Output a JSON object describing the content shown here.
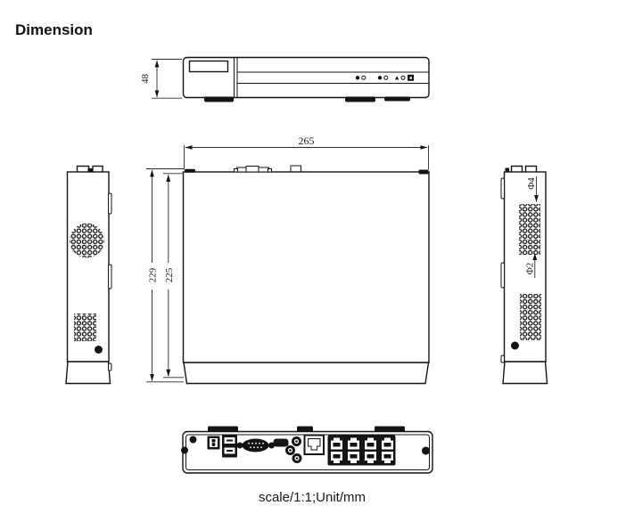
{
  "page": {
    "title": "Dimension",
    "caption": "scale/1:1;Unit/mm"
  },
  "colors": {
    "background": "#ffffff",
    "line": "#141414",
    "title_text": "#10101c"
  },
  "dimensions": {
    "front_height": "48",
    "top_width": "265",
    "depth_outer": "229",
    "depth_inner": "225",
    "vent_hole_large": "Φ4",
    "vent_hole_small": "Φ2"
  },
  "front_panel": {
    "icons": [
      "dot-pair-indicator",
      "dot-pair-indicator",
      "triangle-dot-indicator",
      "square-window"
    ]
  },
  "rear_panel": {
    "ports": [
      "power-terminal",
      "usb-stack",
      "vga-connector",
      "hdmi-connector",
      "audio-jacks",
      "lan-port",
      "poe-port-block-8x"
    ]
  }
}
